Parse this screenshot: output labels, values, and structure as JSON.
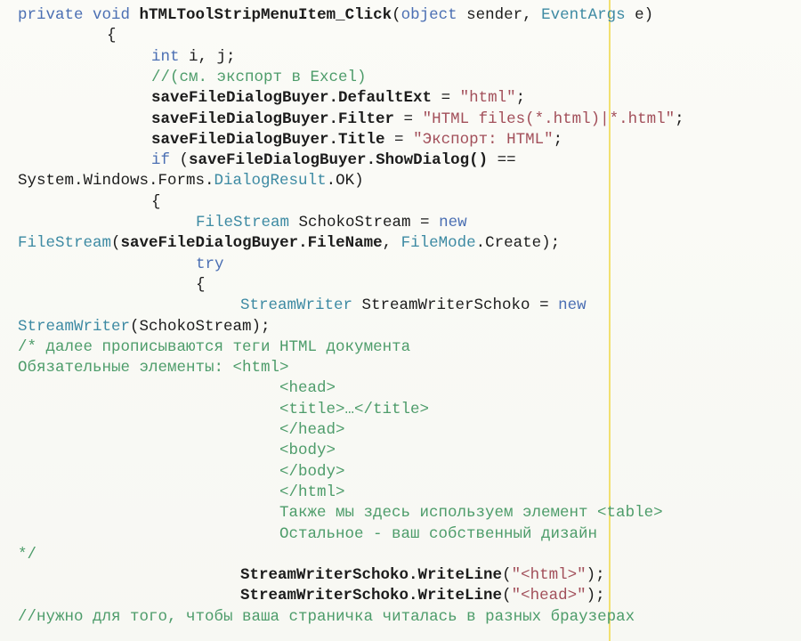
{
  "code_lines": [
    {
      "indent": 0,
      "tokens": [
        {
          "k": "kw",
          "t": "private void "
        },
        {
          "k": "id",
          "t": "hTMLToolStripMenuItem_Click"
        },
        {
          "k": "tx",
          "t": "("
        },
        {
          "k": "kw",
          "t": "object"
        },
        {
          "k": "tx",
          "t": " sender, "
        },
        {
          "k": "ty",
          "t": "EventArgs"
        },
        {
          "k": "tx",
          "t": " e)"
        }
      ]
    },
    {
      "indent": 1,
      "tokens": [
        {
          "k": "tx",
          "t": "{"
        }
      ]
    },
    {
      "indent": 2,
      "tokens": [
        {
          "k": "kw",
          "t": "int"
        },
        {
          "k": "tx",
          "t": " i, j;"
        }
      ]
    },
    {
      "indent": 2,
      "tokens": [
        {
          "k": "cm",
          "t": "//(см. экспорт в Excel)"
        }
      ]
    },
    {
      "indent": 2,
      "tokens": [
        {
          "k": "id",
          "t": "saveFileDialogBuyer.DefaultExt"
        },
        {
          "k": "tx",
          "t": " = "
        },
        {
          "k": "str",
          "t": "\"html\""
        },
        {
          "k": "tx",
          "t": ";"
        }
      ]
    },
    {
      "indent": 2,
      "tokens": [
        {
          "k": "id",
          "t": "saveFileDialogBuyer.Filter"
        },
        {
          "k": "tx",
          "t": " = "
        },
        {
          "k": "str",
          "t": "\"HTML files(*.html)|*.html\""
        },
        {
          "k": "tx",
          "t": ";"
        }
      ]
    },
    {
      "indent": 2,
      "tokens": [
        {
          "k": "id",
          "t": "saveFileDialogBuyer.Title"
        },
        {
          "k": "tx",
          "t": " = "
        },
        {
          "k": "str",
          "t": "\"Экспорт: HTML\""
        },
        {
          "k": "tx",
          "t": ";"
        }
      ]
    },
    {
      "indent": 2,
      "tokens": [
        {
          "k": "kw",
          "t": "if"
        },
        {
          "k": "tx",
          "t": " ("
        },
        {
          "k": "id",
          "t": "saveFileDialogBuyer.ShowDialog()"
        },
        {
          "k": "tx",
          "t": " =="
        }
      ]
    },
    {
      "indent": 0,
      "tokens": [
        {
          "k": "tx",
          "t": "System.Windows.Forms."
        },
        {
          "k": "ty",
          "t": "DialogResult"
        },
        {
          "k": "tx",
          "t": ".OK)"
        }
      ]
    },
    {
      "indent": 2,
      "tokens": [
        {
          "k": "tx",
          "t": "{"
        }
      ]
    },
    {
      "indent": 3,
      "tokens": [
        {
          "k": "ty",
          "t": "FileStream"
        },
        {
          "k": "tx",
          "t": " SchokoStream = "
        },
        {
          "k": "kw",
          "t": "new"
        }
      ]
    },
    {
      "indent": 0,
      "tokens": [
        {
          "k": "ty",
          "t": "FileStream"
        },
        {
          "k": "tx",
          "t": "("
        },
        {
          "k": "id",
          "t": "saveFileDialogBuyer.FileName"
        },
        {
          "k": "tx",
          "t": ", "
        },
        {
          "k": "ty",
          "t": "FileMode"
        },
        {
          "k": "tx",
          "t": ".Create);"
        }
      ]
    },
    {
      "indent": 3,
      "tokens": [
        {
          "k": "kw",
          "t": "try"
        }
      ]
    },
    {
      "indent": 3,
      "tokens": [
        {
          "k": "tx",
          "t": "{"
        }
      ]
    },
    {
      "indent": 4,
      "tokens": [
        {
          "k": "ty",
          "t": "StreamWriter"
        },
        {
          "k": "tx",
          "t": " StreamWriterSchoko = "
        },
        {
          "k": "kw",
          "t": "new"
        }
      ]
    },
    {
      "indent": 0,
      "tokens": [
        {
          "k": "ty",
          "t": "StreamWriter"
        },
        {
          "k": "tx",
          "t": "(SchokoStream);"
        }
      ]
    },
    {
      "indent": 0,
      "tokens": [
        {
          "k": "cm",
          "t": "/* далее прописываются теги HTML документа"
        }
      ]
    },
    {
      "indent": 0,
      "tokens": [
        {
          "k": "cm",
          "t": "Обязательные элементы: <html>"
        }
      ]
    },
    {
      "indent": 5,
      "tokens": [
        {
          "k": "cm",
          "t": "<head>"
        }
      ]
    },
    {
      "indent": 5,
      "tokens": [
        {
          "k": "cm",
          "t": "<title>…</title>"
        }
      ]
    },
    {
      "indent": 5,
      "tokens": [
        {
          "k": "cm",
          "t": "</head>"
        }
      ]
    },
    {
      "indent": 5,
      "tokens": [
        {
          "k": "cm",
          "t": "<body>"
        }
      ]
    },
    {
      "indent": 5,
      "tokens": [
        {
          "k": "cm",
          "t": "</body>"
        }
      ]
    },
    {
      "indent": 5,
      "tokens": [
        {
          "k": "cm",
          "t": "</html>"
        }
      ]
    },
    {
      "indent": 5,
      "tokens": [
        {
          "k": "cm",
          "t": "Также мы здесь используем элемент <table>"
        }
      ]
    },
    {
      "indent": 5,
      "tokens": [
        {
          "k": "cm",
          "t": "Остальное - ваш собственный дизайн"
        }
      ]
    },
    {
      "indent": 0,
      "tokens": [
        {
          "k": "cm",
          "t": "*/"
        }
      ]
    },
    {
      "indent": 4,
      "tokens": [
        {
          "k": "id",
          "t": "StreamWriterSchoko.WriteLine"
        },
        {
          "k": "tx",
          "t": "("
        },
        {
          "k": "str",
          "t": "\"<html>\""
        },
        {
          "k": "tx",
          "t": ");"
        }
      ]
    },
    {
      "indent": 4,
      "tokens": [
        {
          "k": "id",
          "t": "StreamWriterSchoko.WriteLine"
        },
        {
          "k": "tx",
          "t": "("
        },
        {
          "k": "str",
          "t": "\"<head>\""
        },
        {
          "k": "tx",
          "t": ");"
        }
      ]
    },
    {
      "indent": 0,
      "tokens": [
        {
          "k": "cm",
          "t": "//нужно для того, чтобы ваша страничка читалась в разных браузерах"
        }
      ]
    }
  ],
  "colors": {
    "keyword": "#4b6fb3",
    "type": "#3d8aa3",
    "string": "#a24f5a",
    "comment": "#4d9c6a",
    "text": "#1c1c1c",
    "guide": "#f2e070"
  }
}
